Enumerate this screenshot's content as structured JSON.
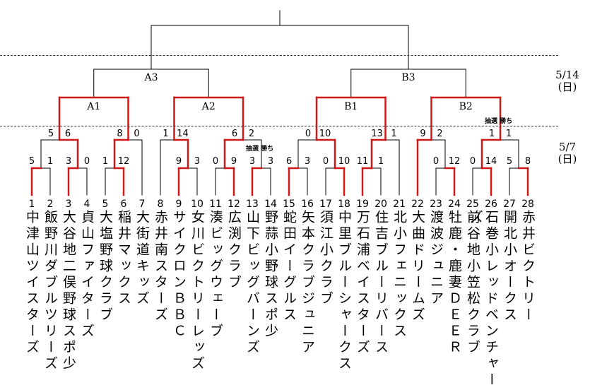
{
  "dates": {
    "final_day": {
      "date": "5/14",
      "weekday": "(日)"
    },
    "first_day": {
      "date": "5/7",
      "weekday": "(日)"
    }
  },
  "lottery_note": "抽選 勝ち",
  "colors": {
    "winner_line": "#d01818",
    "line": "#000000"
  },
  "teams": [
    {
      "no": "1",
      "name": "中津山ツイスターズ"
    },
    {
      "no": "2",
      "name": "飯野川ダブルツリーズ"
    },
    {
      "no": "3",
      "name": "大谷地二俣野球スポ少"
    },
    {
      "no": "4",
      "name": "貞山ファイターズ"
    },
    {
      "no": "5",
      "name": "大塩野球クラブ"
    },
    {
      "no": "6",
      "name": "稲井マックス"
    },
    {
      "no": "7",
      "name": "大街道キッズ"
    },
    {
      "no": "8",
      "name": "赤井南スターズ"
    },
    {
      "no": "9",
      "name": "サイクロンＢＢＣ"
    },
    {
      "no": "10",
      "name": "女川ビクトリーレッズ"
    },
    {
      "no": "11",
      "name": "湊ビッグウェーブ"
    },
    {
      "no": "12",
      "name": "広渕クラブ"
    },
    {
      "no": "13",
      "name": "山下ビッグバーンズ"
    },
    {
      "no": "14",
      "name": "野蒜小野球スポ少"
    },
    {
      "no": "15",
      "name": "蛇田イーグルス"
    },
    {
      "no": "16",
      "name": "矢本クラブジュニア"
    },
    {
      "no": "17",
      "name": "須江小クラブ"
    },
    {
      "no": "18",
      "name": "中里ブルーシャークス"
    },
    {
      "no": "19",
      "name": "万石浦ベイスターズ"
    },
    {
      "no": "20",
      "name": "住吉ブルーリバース"
    },
    {
      "no": "21",
      "name": "北小フェニックス"
    },
    {
      "no": "22",
      "name": "大曲ドリームズ"
    },
    {
      "no": "23",
      "name": "渡波ジュニア"
    },
    {
      "no": "24",
      "name": "牡鹿・鹿妻ＤＥＥＲ"
    },
    {
      "no": "25",
      "name": "前谷地小笠松クラブ"
    },
    {
      "no": "26",
      "name": "石巻小レッドベンチャーズ"
    },
    {
      "no": "27",
      "name": "開北小オークス"
    },
    {
      "no": "28",
      "name": "赤井ビクトリー"
    }
  ],
  "round1": [
    {
      "teams": [
        1,
        2
      ],
      "scores": [
        "5",
        "1"
      ],
      "winner": 0
    },
    {
      "teams": [
        3,
        4
      ],
      "scores": [
        "3",
        "0"
      ],
      "winner": 0
    },
    {
      "teams": [
        5,
        6
      ],
      "scores": [
        "1",
        "12"
      ],
      "winner": 1
    },
    {
      "teams": [
        9,
        10
      ],
      "scores": [
        "9",
        "3"
      ],
      "winner": 0
    },
    {
      "teams": [
        11,
        12
      ],
      "scores": [
        "0",
        "9"
      ],
      "winner": 1
    },
    {
      "teams": [
        13,
        14
      ],
      "scores": [
        "3",
        "3"
      ],
      "winner": 0,
      "lottery": true
    },
    {
      "teams": [
        15,
        16
      ],
      "scores": [
        "6",
        "3"
      ],
      "winner": 0
    },
    {
      "teams": [
        17,
        18
      ],
      "scores": [
        "0",
        "10"
      ],
      "winner": 1
    },
    {
      "teams": [
        19,
        20
      ],
      "scores": [
        "11",
        "1"
      ],
      "winner": 0
    },
    {
      "teams": [
        23,
        24
      ],
      "scores": [
        "0",
        "12"
      ],
      "winner": 1
    },
    {
      "teams": [
        25,
        26
      ],
      "scores": [
        "0",
        "14"
      ],
      "winner": 1
    },
    {
      "teams": [
        27,
        28
      ],
      "scores": [
        "5",
        "8"
      ],
      "winner": 1
    }
  ],
  "round2": [
    {
      "left": {
        "r1": 0
      },
      "right": {
        "r1": 1
      },
      "scores": [
        "5",
        "6"
      ],
      "winner": 1
    },
    {
      "left": {
        "r1": 2
      },
      "right": {
        "team": 7
      },
      "scores": [
        "8",
        "0"
      ],
      "winner": 0
    },
    {
      "left": {
        "team": 8
      },
      "right": {
        "r1": 3
      },
      "scores": [
        "1",
        "14"
      ],
      "winner": 1
    },
    {
      "left": {
        "r1": 4
      },
      "right": {
        "r1": 5
      },
      "scores": [
        "6",
        "2"
      ],
      "winner": 0
    },
    {
      "left": {
        "r1": 6
      },
      "right": {
        "r1": 7
      },
      "scores": [
        "0",
        "10"
      ],
      "winner": 1
    },
    {
      "left": {
        "r1": 8
      },
      "right": {
        "team": 21
      },
      "scores": [
        "13",
        "1"
      ],
      "winner": 0
    },
    {
      "left": {
        "team": 22
      },
      "right": {
        "r1": 9
      },
      "scores": [
        "9",
        "2"
      ],
      "winner": 0
    },
    {
      "left": {
        "r1": 10
      },
      "right": {
        "r1": 11
      },
      "scores": [
        "1",
        "1"
      ],
      "winner": 0,
      "lottery": true
    }
  ],
  "round3": [
    {
      "label": "A1",
      "children": [
        0,
        1
      ]
    },
    {
      "label": "A2",
      "children": [
        2,
        3
      ]
    },
    {
      "label": "B1",
      "children": [
        4,
        5
      ]
    },
    {
      "label": "B2",
      "children": [
        6,
        7
      ]
    }
  ],
  "semifinals": [
    {
      "label": "A3",
      "children": [
        0,
        1
      ]
    },
    {
      "label": "B3",
      "children": [
        2,
        3
      ]
    }
  ]
}
